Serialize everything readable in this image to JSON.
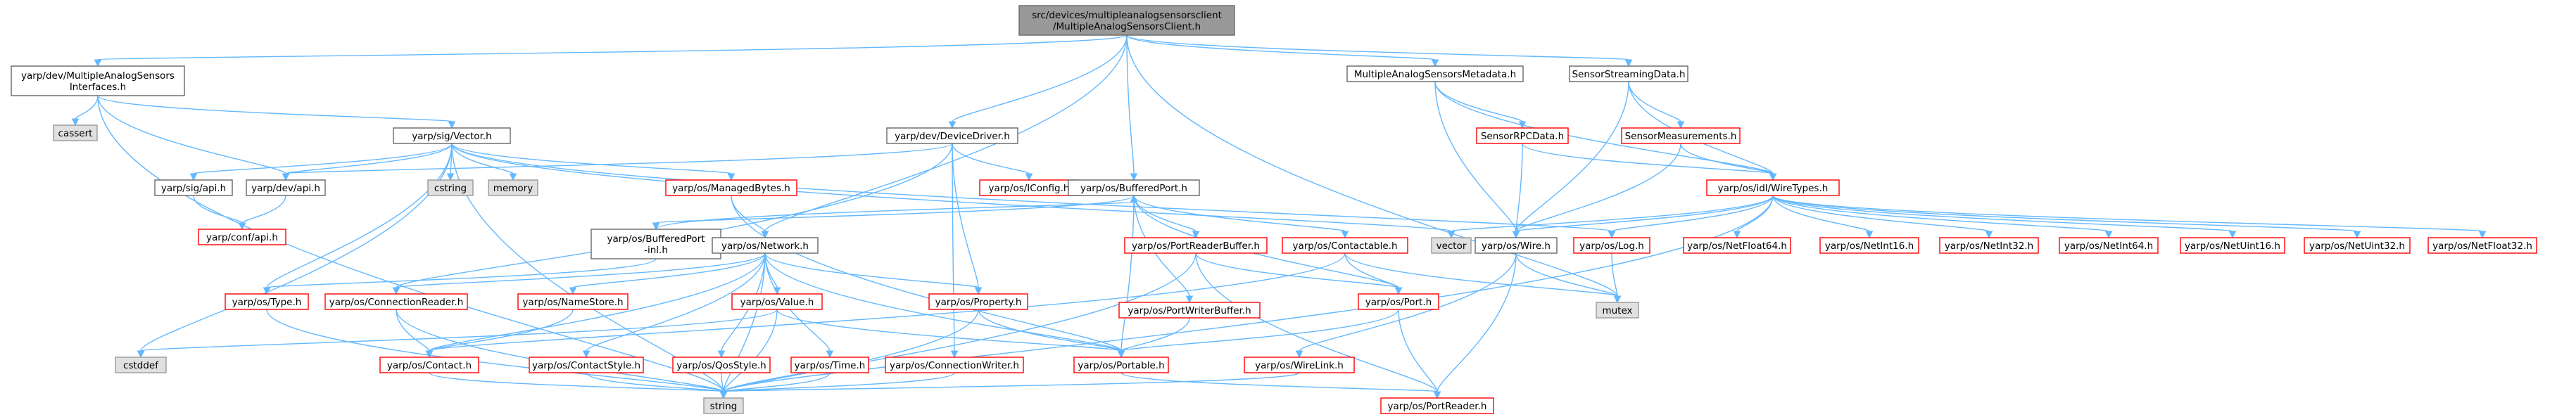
{
  "colors": {
    "root_fill": "#999999",
    "root_border": "#666666",
    "normal_fill": "#ffffff",
    "normal_border": "#666666",
    "missing_border": "#ff0000",
    "external_fill": "#e0e0e0",
    "external_border": "#999999",
    "edge": "#63b8ff"
  },
  "nodes": [
    {
      "id": "root",
      "lines": [
        "src/devices/multipleanalogsensorsclient",
        "/MultipleAnalogSensorsClient.h"
      ],
      "kind": "root"
    },
    {
      "id": "mas_iface",
      "lines": [
        "yarp/dev/MultipleAnalogSensors",
        "Interfaces.h"
      ],
      "kind": "normal"
    },
    {
      "id": "cassert",
      "lines": [
        "cassert"
      ],
      "kind": "external"
    },
    {
      "id": "sig_vector",
      "lines": [
        "yarp/sig/Vector.h"
      ],
      "kind": "normal"
    },
    {
      "id": "sig_api",
      "lines": [
        "yarp/sig/api.h"
      ],
      "kind": "normal"
    },
    {
      "id": "dev_api",
      "lines": [
        "yarp/dev/api.h"
      ],
      "kind": "normal"
    },
    {
      "id": "conf_api",
      "lines": [
        "yarp/conf/api.h"
      ],
      "kind": "missing"
    },
    {
      "id": "cstring",
      "lines": [
        "cstring"
      ],
      "kind": "external"
    },
    {
      "id": "memory",
      "lines": [
        "memory"
      ],
      "kind": "external"
    },
    {
      "id": "managedbytes",
      "lines": [
        "yarp/os/ManagedBytes.h"
      ],
      "kind": "missing"
    },
    {
      "id": "device_driver",
      "lines": [
        "yarp/dev/DeviceDriver.h"
      ],
      "kind": "normal"
    },
    {
      "id": "iconfig",
      "lines": [
        "yarp/os/IConfig.h"
      ],
      "kind": "missing"
    },
    {
      "id": "bufferedport",
      "lines": [
        "yarp/os/BufferedPort.h"
      ],
      "kind": "normal"
    },
    {
      "id": "bufferedport_inl",
      "lines": [
        "yarp/os/BufferedPort",
        "-inl.h"
      ],
      "kind": "normal"
    },
    {
      "id": "network",
      "lines": [
        "yarp/os/Network.h"
      ],
      "kind": "normal"
    },
    {
      "id": "type",
      "lines": [
        "yarp/os/Type.h"
      ],
      "kind": "missing"
    },
    {
      "id": "connreader",
      "lines": [
        "yarp/os/ConnectionReader.h"
      ],
      "kind": "missing"
    },
    {
      "id": "namestore",
      "lines": [
        "yarp/os/NameStore.h"
      ],
      "kind": "missing"
    },
    {
      "id": "value",
      "lines": [
        "yarp/os/Value.h"
      ],
      "kind": "missing"
    },
    {
      "id": "property",
      "lines": [
        "yarp/os/Property.h"
      ],
      "kind": "missing"
    },
    {
      "id": "portreaderbuffer",
      "lines": [
        "yarp/os/PortReaderBuffer.h"
      ],
      "kind": "missing"
    },
    {
      "id": "portwriterbuffer",
      "lines": [
        "yarp/os/PortWriterBuffer.h"
      ],
      "kind": "missing"
    },
    {
      "id": "contactable",
      "lines": [
        "yarp/os/Contactable.h"
      ],
      "kind": "missing"
    },
    {
      "id": "port",
      "lines": [
        "yarp/os/Port.h"
      ],
      "kind": "missing"
    },
    {
      "id": "cstddef",
      "lines": [
        "cstddef"
      ],
      "kind": "external"
    },
    {
      "id": "contact",
      "lines": [
        "yarp/os/Contact.h"
      ],
      "kind": "missing"
    },
    {
      "id": "contactstyle",
      "lines": [
        "yarp/os/ContactStyle.h"
      ],
      "kind": "missing"
    },
    {
      "id": "qosstyle",
      "lines": [
        "yarp/os/QosStyle.h"
      ],
      "kind": "missing"
    },
    {
      "id": "time",
      "lines": [
        "yarp/os/Time.h"
      ],
      "kind": "missing"
    },
    {
      "id": "connwriter",
      "lines": [
        "yarp/os/ConnectionWriter.h"
      ],
      "kind": "missing"
    },
    {
      "id": "portable",
      "lines": [
        "yarp/os/Portable.h"
      ],
      "kind": "missing"
    },
    {
      "id": "string",
      "lines": [
        "string"
      ],
      "kind": "external"
    },
    {
      "id": "portreader",
      "lines": [
        "yarp/os/PortReader.h"
      ],
      "kind": "missing"
    },
    {
      "id": "mas_metadata",
      "lines": [
        "MultipleAnalogSensorsMetadata.h"
      ],
      "kind": "normal"
    },
    {
      "id": "sensorrpc",
      "lines": [
        "SensorRPCData.h"
      ],
      "kind": "missing"
    },
    {
      "id": "sensorstreaming",
      "lines": [
        "SensorStreamingData.h"
      ],
      "kind": "normal"
    },
    {
      "id": "sensormeas",
      "lines": [
        "SensorMeasurements.h"
      ],
      "kind": "missing"
    },
    {
      "id": "wiretypes",
      "lines": [
        "yarp/os/idl/WireTypes.h"
      ],
      "kind": "missing"
    },
    {
      "id": "vector",
      "lines": [
        "vector"
      ],
      "kind": "external"
    },
    {
      "id": "wire",
      "lines": [
        "yarp/os/Wire.h"
      ],
      "kind": "normal"
    },
    {
      "id": "log",
      "lines": [
        "yarp/os/Log.h"
      ],
      "kind": "missing"
    },
    {
      "id": "mutex",
      "lines": [
        "mutex"
      ],
      "kind": "external"
    },
    {
      "id": "wirelink",
      "lines": [
        "yarp/os/WireLink.h"
      ],
      "kind": "missing"
    },
    {
      "id": "netfloat64",
      "lines": [
        "yarp/os/NetFloat64.h"
      ],
      "kind": "missing"
    },
    {
      "id": "netint16",
      "lines": [
        "yarp/os/NetInt16.h"
      ],
      "kind": "missing"
    },
    {
      "id": "netint32",
      "lines": [
        "yarp/os/NetInt32.h"
      ],
      "kind": "missing"
    },
    {
      "id": "netint64",
      "lines": [
        "yarp/os/NetInt64.h"
      ],
      "kind": "missing"
    },
    {
      "id": "netuint16",
      "lines": [
        "yarp/os/NetUint16.h"
      ],
      "kind": "missing"
    },
    {
      "id": "netuint32",
      "lines": [
        "yarp/os/NetUint32.h"
      ],
      "kind": "missing"
    },
    {
      "id": "netfloat32",
      "lines": [
        "yarp/os/NetFloat32.h"
      ],
      "kind": "missing"
    }
  ],
  "edges": [
    [
      "root",
      "mas_iface"
    ],
    [
      "root",
      "device_driver"
    ],
    [
      "root",
      "bufferedport"
    ],
    [
      "root",
      "network"
    ],
    [
      "root",
      "mas_metadata"
    ],
    [
      "root",
      "sensorstreaming"
    ],
    [
      "root",
      "mutex"
    ],
    [
      "mas_iface",
      "cassert"
    ],
    [
      "mas_iface",
      "sig_vector"
    ],
    [
      "mas_iface",
      "dev_api"
    ],
    [
      "mas_iface",
      "string"
    ],
    [
      "sig_vector",
      "sig_api"
    ],
    [
      "sig_vector",
      "cstring"
    ],
    [
      "sig_vector",
      "memory"
    ],
    [
      "sig_vector",
      "cstddef"
    ],
    [
      "sig_vector",
      "string"
    ],
    [
      "sig_vector",
      "managedbytes"
    ],
    [
      "sig_vector",
      "type"
    ],
    [
      "sig_vector",
      "vector"
    ],
    [
      "sig_vector",
      "log"
    ],
    [
      "sig_vector",
      "dev_api"
    ],
    [
      "sig_api",
      "conf_api"
    ],
    [
      "dev_api",
      "conf_api"
    ],
    [
      "managedbytes",
      "network"
    ],
    [
      "managedbytes",
      "portable"
    ],
    [
      "device_driver",
      "dev_api"
    ],
    [
      "device_driver",
      "iconfig"
    ],
    [
      "device_driver",
      "property"
    ],
    [
      "device_driver",
      "connwriter"
    ],
    [
      "device_driver",
      "connreader"
    ],
    [
      "bufferedport",
      "bufferedport_inl"
    ],
    [
      "bufferedport",
      "contactable"
    ],
    [
      "bufferedport",
      "portreaderbuffer"
    ],
    [
      "bufferedport",
      "portwriterbuffer"
    ],
    [
      "bufferedport",
      "port"
    ],
    [
      "bufferedport",
      "portable"
    ],
    [
      "bufferedport_inl",
      "bufferedport"
    ],
    [
      "bufferedport_inl",
      "type"
    ],
    [
      "network",
      "contact"
    ],
    [
      "network",
      "connreader"
    ],
    [
      "network",
      "namestore"
    ],
    [
      "network",
      "value"
    ],
    [
      "network",
      "property"
    ],
    [
      "network",
      "portable"
    ],
    [
      "network",
      "contactstyle"
    ],
    [
      "network",
      "qosstyle"
    ],
    [
      "network",
      "time"
    ],
    [
      "network",
      "string"
    ],
    [
      "type",
      "string"
    ],
    [
      "connreader",
      "contact"
    ],
    [
      "connreader",
      "string"
    ],
    [
      "namestore",
      "contact"
    ],
    [
      "value",
      "cstddef"
    ],
    [
      "value",
      "portable"
    ],
    [
      "value",
      "string"
    ],
    [
      "property",
      "portable"
    ],
    [
      "property",
      "string"
    ],
    [
      "portreaderbuffer",
      "port"
    ],
    [
      "portreaderbuffer",
      "portreader"
    ],
    [
      "portreaderbuffer",
      "string"
    ],
    [
      "portwriterbuffer",
      "portable"
    ],
    [
      "contactable",
      "contact"
    ],
    [
      "contactable",
      "port"
    ],
    [
      "contactable",
      "mutex"
    ],
    [
      "port",
      "portable"
    ],
    [
      "port",
      "portreader"
    ],
    [
      "contact",
      "string"
    ],
    [
      "contactstyle",
      "string"
    ],
    [
      "qosstyle",
      "string"
    ],
    [
      "time",
      "string"
    ],
    [
      "connwriter",
      "string"
    ],
    [
      "portable",
      "portreader"
    ],
    [
      "mas_metadata",
      "sensorrpc"
    ],
    [
      "mas_metadata",
      "wiretypes"
    ],
    [
      "mas_metadata",
      "wire"
    ],
    [
      "sensorrpc",
      "wiretypes"
    ],
    [
      "sensorrpc",
      "wire"
    ],
    [
      "sensorstreaming",
      "sensormeas"
    ],
    [
      "sensorstreaming",
      "wiretypes"
    ],
    [
      "sensorstreaming",
      "wire"
    ],
    [
      "sensormeas",
      "wiretypes"
    ],
    [
      "sensormeas",
      "wire"
    ],
    [
      "wiretypes",
      "vector"
    ],
    [
      "wiretypes",
      "wire"
    ],
    [
      "wiretypes",
      "log"
    ],
    [
      "wiretypes",
      "string"
    ],
    [
      "wiretypes",
      "netfloat64"
    ],
    [
      "wiretypes",
      "netint16"
    ],
    [
      "wiretypes",
      "netint32"
    ],
    [
      "wiretypes",
      "netint64"
    ],
    [
      "wiretypes",
      "netuint16"
    ],
    [
      "wiretypes",
      "netuint32"
    ],
    [
      "wiretypes",
      "netfloat32"
    ],
    [
      "wire",
      "wirelink"
    ],
    [
      "wire",
      "portreader"
    ],
    [
      "wire",
      "mutex"
    ],
    [
      "log",
      "mutex"
    ],
    [
      "wirelink",
      "string"
    ]
  ]
}
